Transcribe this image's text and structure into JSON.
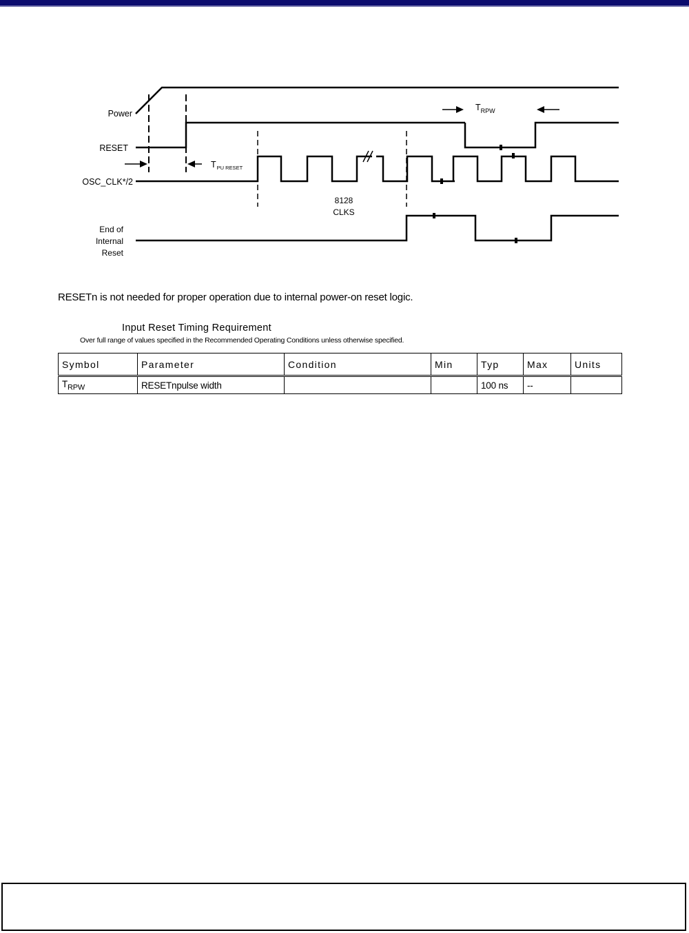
{
  "diagram": {
    "labels": {
      "power": "Power",
      "reset": "RESET",
      "osc_clk": "OSC_CLK*/2",
      "end_of_internal_reset": [
        "End of",
        "Internal",
        "Reset"
      ],
      "tpu_main": "T",
      "tpu_sub": "PU RESET",
      "trpw_main": "T",
      "trpw_sub": "RPW",
      "clks_count": "8128",
      "clks_label": "CLKS"
    }
  },
  "note": "RESETn is not needed for proper operation due to internal power-on reset logic.",
  "table": {
    "title": "Input Reset Timing Requirement",
    "subtitle": "Over full range of values specified in the Recommended Operating Conditions unless otherwise specified.",
    "headers": [
      "Symbol",
      "Parameter",
      "Condition",
      "Min",
      "Typ",
      "Max",
      "Units"
    ],
    "rows": [
      {
        "symbol_main": "T",
        "symbol_sub": "RPW",
        "parameter": "RESETnpulse width",
        "condition": "",
        "min": "",
        "typ": "100 ns",
        "max": "--",
        "units": ""
      }
    ]
  }
}
